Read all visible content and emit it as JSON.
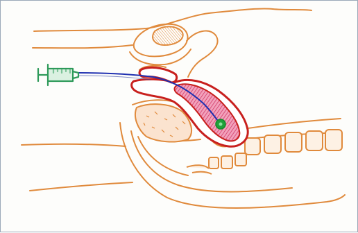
{
  "figure": {
    "caption": "",
    "colors": {
      "anatomy_outline": "#e08a3c",
      "vessel_outline": "#c8201e",
      "vessel_fill": "#ee8aa6",
      "vessel_hatch": "#d03060",
      "syringe": "#2e9a5a",
      "needle_line": "#2030b0",
      "target_dot": "#1fa13a"
    },
    "elements": [
      "syringe-icon",
      "needle-path",
      "inflamed-organ",
      "target-point",
      "body-contour",
      "vertebrae"
    ]
  }
}
